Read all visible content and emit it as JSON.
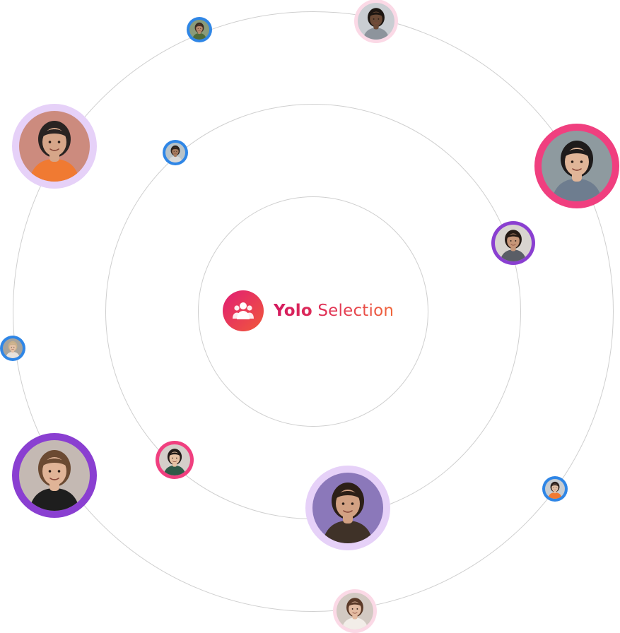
{
  "brand": {
    "name_bold": "Yolo",
    "name_rest": "Selection",
    "icon": "users-group-icon",
    "gradient": [
      "#e11d74",
      "#f0593a"
    ]
  },
  "colors": {
    "ring": "#cfcfcf",
    "blue_border": "#2f86e6",
    "pink_border": "#f03f7f",
    "purple_border": "#8a3fd1",
    "lilac_border": "#e6d1f8",
    "pale_pink_border": "#fbd9e6"
  },
  "avatars": [
    {
      "id": "avatar-man-green-jacket",
      "border": "#2f86e6",
      "skin": "#b88a6c",
      "hair": "#3a2a20",
      "shirt": "#4f6b3a",
      "bg": "#8a9b7a"
    },
    {
      "id": "avatar-man-grey-shirt",
      "border": "#fbd9e6",
      "skin": "#6b4a36",
      "hair": "#1d1612",
      "shirt": "#8d949c",
      "bg": "#c9cdd2"
    },
    {
      "id": "avatar-woman-orange-sweater",
      "border": "#e6d1f8",
      "skin": "#d6a689",
      "hair": "#2a2422",
      "shirt": "#f07a32",
      "bg": "#cc8b7e"
    },
    {
      "id": "avatar-man-beard-small",
      "border": "#2f86e6",
      "skin": "#a47a5e",
      "hair": "#2b211b",
      "shirt": "#d9d9d9",
      "bg": "#b8c3c9"
    },
    {
      "id": "avatar-woman-patterned-top",
      "border": "#f03f7f",
      "skin": "#e0b598",
      "hair": "#1e1b1b",
      "shirt": "#6e7d8f",
      "bg": "#8e9a9f"
    },
    {
      "id": "avatar-man-dark-beard",
      "border": "#8a3fd1",
      "skin": "#c69678",
      "hair": "#241a14",
      "shirt": "#5a5e66",
      "bg": "#d8d4cf"
    },
    {
      "id": "avatar-woman-glasses-small",
      "border": "#2f86e6",
      "skin": "#e5c2a8",
      "hair": "#c9b08a",
      "shirt": "#e8e2dc",
      "bg": "#a7a39c"
    },
    {
      "id": "avatar-woman-long-hair",
      "border": "#8a3fd1",
      "skin": "#e0b497",
      "hair": "#6b4a32",
      "shirt": "#1e1e1e",
      "bg": "#c4b9b3"
    },
    {
      "id": "avatar-woman-green-top",
      "border": "#f03f7f",
      "skin": "#e6c1a3",
      "hair": "#231c18",
      "shirt": "#2f5a48",
      "bg": "#d4cfca"
    },
    {
      "id": "avatar-man-curly-hair",
      "border": "#e6d1f8",
      "skin": "#d2a183",
      "hair": "#2c1f17",
      "shirt": "#3f3228",
      "bg": "#8b78ba"
    },
    {
      "id": "avatar-woman-orange-top-small",
      "border": "#2f86e6",
      "skin": "#e1bfa5",
      "hair": "#2a1f1b",
      "shirt": "#f07a32",
      "bg": "#c8ccd0"
    },
    {
      "id": "avatar-woman-brown-hair",
      "border": "#fbd9e6",
      "skin": "#e4bca2",
      "hair": "#5b3a28",
      "shirt": "#f2ede8",
      "bg": "#d2c9c2"
    }
  ]
}
